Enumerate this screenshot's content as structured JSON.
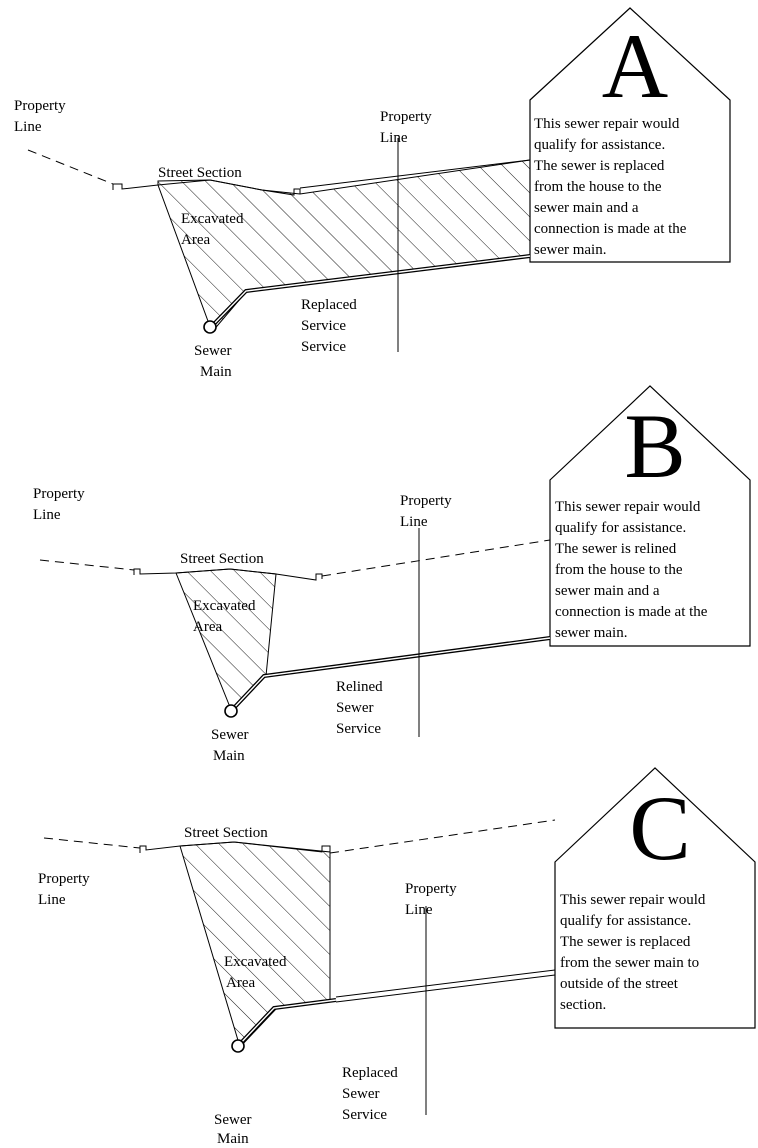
{
  "panels": [
    {
      "letter": "A",
      "property_line_left": [
        "Property",
        "Line"
      ],
      "property_line_right": [
        "Property",
        "Line"
      ],
      "street_section": "Street Section",
      "excavated_area": [
        "Excavated",
        "Area"
      ],
      "service_label": [
        "Replaced",
        "Service",
        "Service"
      ],
      "sewer_main": [
        "Sewer",
        "Main"
      ],
      "description": [
        "This sewer repair would",
        "qualify for assistance.",
        "The sewer is  replaced",
        "from the house to the",
        "sewer main and a",
        "connection is made at the",
        "sewer main."
      ]
    },
    {
      "letter": "B",
      "property_line_left": [
        "Property",
        "Line"
      ],
      "property_line_right": [
        "Property",
        "Line"
      ],
      "street_section": "Street Section",
      "excavated_area": [
        "Excavated",
        "Area"
      ],
      "service_label": [
        "Relined",
        "Sewer",
        "Service"
      ],
      "sewer_main": [
        "Sewer",
        "Main"
      ],
      "description": [
        "This sewer repair would",
        "qualify for assistance.",
        "The sewer is  relined",
        "from the house to the",
        "sewer main and a",
        "connection is made at the",
        "sewer main."
      ]
    },
    {
      "letter": "C",
      "property_line_left": [
        "Property",
        "Line"
      ],
      "property_line_right": [
        "Property",
        "Line"
      ],
      "street_section": "Street Section",
      "excavated_area": [
        "Excavated",
        "Area"
      ],
      "service_label": [
        "Replaced",
        "Sewer",
        "Service"
      ],
      "sewer_main": [
        "Sewer",
        "Main"
      ],
      "description": [
        "This sewer repair would",
        "qualify for assistance.",
        "The sewer is  replaced",
        "from the sewer main  to",
        "outside of the street",
        "section."
      ]
    }
  ]
}
